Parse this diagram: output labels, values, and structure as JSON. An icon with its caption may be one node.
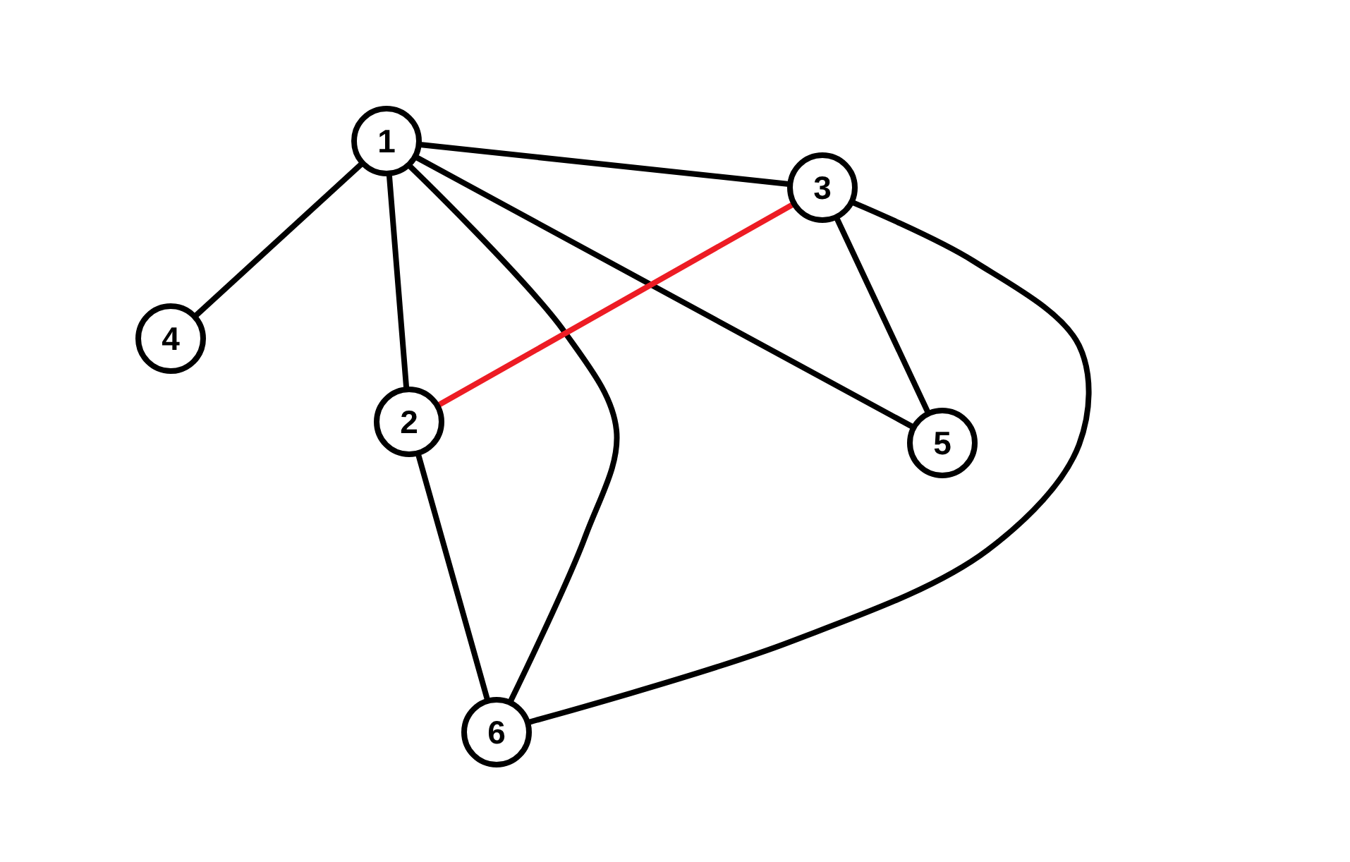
{
  "diagram": {
    "nodes": [
      {
        "text": [
          "1"
        ]
      },
      {
        "text": [
          "3"
        ]
      },
      {
        "text": [
          "4"
        ]
      },
      {
        "text": [
          "2"
        ]
      },
      {
        "text": [
          "5"
        ]
      },
      {
        "text": [
          "6"
        ]
      }
    ],
    "edges": [
      {
        "from": 0,
        "to": 1,
        "arrow": "none"
      },
      {
        "from": 0,
        "to": 2,
        "arrow": "none"
      },
      {
        "from": 0,
        "to": 3,
        "arrow": "none"
      },
      {
        "from": 0,
        "to": 5,
        "arrow": "none"
      },
      {
        "from": 0,
        "to": 4,
        "arrow": "none"
      },
      {
        "from": 1,
        "to": 3,
        "arrow": "none",
        "color": "#ed1c24"
      },
      {
        "from": 1,
        "to": 4,
        "arrow": "none"
      },
      {
        "from": 1,
        "to": 5,
        "arrow": "none"
      },
      {
        "from": 3,
        "to": 5,
        "arrow": "none"
      }
    ]
  }
}
